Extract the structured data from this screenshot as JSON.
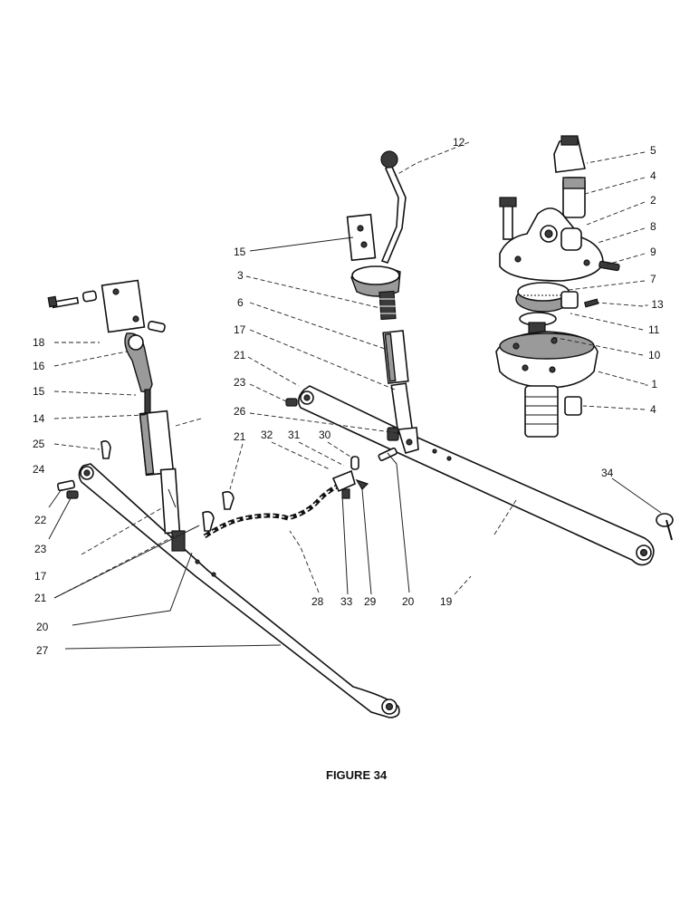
{
  "figure": {
    "caption": "FIGURE 34"
  },
  "labels": {
    "l12": "12",
    "l5": "5",
    "l4a": "4",
    "l2": "2",
    "l8": "8",
    "l9": "9",
    "l7": "7",
    "l13": "- 13",
    "l11": "11",
    "l10": "10",
    "l1": "- 1",
    "l4b": "4",
    "l15a": "15",
    "l3": "3",
    "l6": "6",
    "l17a": "17",
    "l21a": "21",
    "l23a": "23",
    "l26": "26",
    "l21b": "21",
    "l32": "32",
    "l31": "31",
    "l30": "30",
    "l18": "18",
    "l16": "16",
    "l15b": "15",
    "l14": "14",
    "l25": "25",
    "l24": "24",
    "l22": "22",
    "l23b": "23",
    "l17b": "17",
    "l21c": "21",
    "l20a": "20",
    "l27": "27",
    "l28": "28",
    "l33": "33",
    "l29": "29",
    "l20b": "20",
    "l19": "19",
    "l34": "34"
  }
}
